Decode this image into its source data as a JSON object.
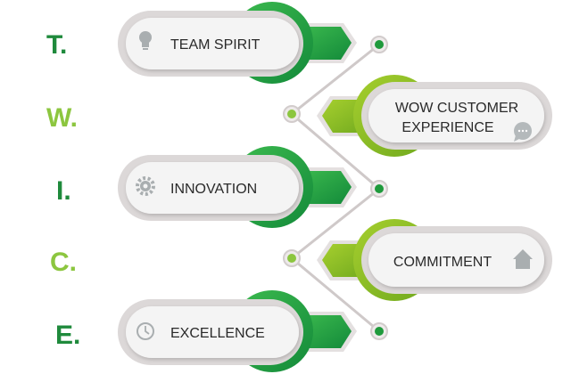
{
  "colors": {
    "dark_green": "#1f8a3c",
    "light_green": "#8cc63f",
    "ring_dark": "#2fae4a",
    "ring_light": "#95c22a",
    "pill_gray": "#dcd8d8",
    "pill_white": "#f4f4f4",
    "icon_gray": "#a9aeb0"
  },
  "items": [
    {
      "letter": "T.",
      "label": "TEAM SPIRIT",
      "icon": "lightbulb-icon"
    },
    {
      "letter": "W.",
      "label_line1": "WOW CUSTOMER",
      "label_line2": "EXPERIENCE",
      "icon": "chat-bubble-icon"
    },
    {
      "letter": "I.",
      "label": "INNOVATION",
      "icon": "gear-icon"
    },
    {
      "letter": "C.",
      "label": "COMMITMENT",
      "icon": "home-icon"
    },
    {
      "letter": "E.",
      "label": "EXCELLENCE",
      "icon": "clock-icon"
    }
  ]
}
